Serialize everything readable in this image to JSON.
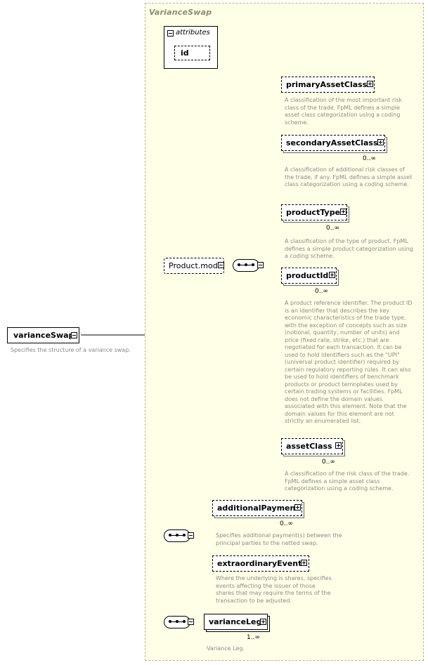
{
  "diagram": {
    "root": {
      "name": "varianceSwap",
      "description": "Specifies the structure of a variance swap."
    },
    "complex_type": "VarianceSwap",
    "attributes": {
      "title": "attributes",
      "items": [
        "id"
      ]
    },
    "product_model": {
      "name": "Product.model",
      "children": [
        {
          "name": "primaryAssetClass",
          "cardinality": "",
          "description": "A classification of the most important risk class of the trade. FpML defines a simple asset class categorization using a coding scheme."
        },
        {
          "name": "secondaryAssetClass",
          "cardinality": "0..∞",
          "description": "A classification of additional risk classes of the trade, if any. FpML defines a simple asset class categorization using a coding scheme."
        },
        {
          "name": "productType",
          "cardinality": "0..∞",
          "description": "A classification of the type of product. FpML defines a simple product categorization using a coding scheme."
        },
        {
          "name": "productId",
          "cardinality": "0..∞",
          "description": "A product reference identifier. The product ID is an identifier that describes the key economic characteristics of the trade type, with the exception of concepts such as size (notional, quantity, number of units) and price (fixed rate, strike, etc.) that are negotiated for each transaction. It can be used to hold identifiers such as the \"UPI\" (universal product identifier) required by certain regulatory reporting rules. It can also be used to hold identifiers of benchmark products or product temnplates used by certain trading systems or facilities. FpML does not define the domain values associated with this element. Note that the domain values for this element are not strictly an enumerated list."
        },
        {
          "name": "assetClass",
          "cardinality": "0..∞",
          "description": "A classification of the risk class of the trade. FpML defines a simple asset class categorization using a coding scheme."
        }
      ]
    },
    "optional_sequence": [
      {
        "name": "additionalPayment",
        "cardinality": "0..∞",
        "description": "Specifies additional payment(s) between the principal parties to the netted swap."
      },
      {
        "name": "extraordinaryEvents",
        "cardinality": "",
        "description": "Where the underlying is shares, specifies events affecting the issuer of those shares that may require the terms of the transaction to be adjusted."
      }
    ],
    "leg": {
      "name": "varianceLeg",
      "cardinality": "1..∞",
      "description": "Variance Leg."
    }
  }
}
